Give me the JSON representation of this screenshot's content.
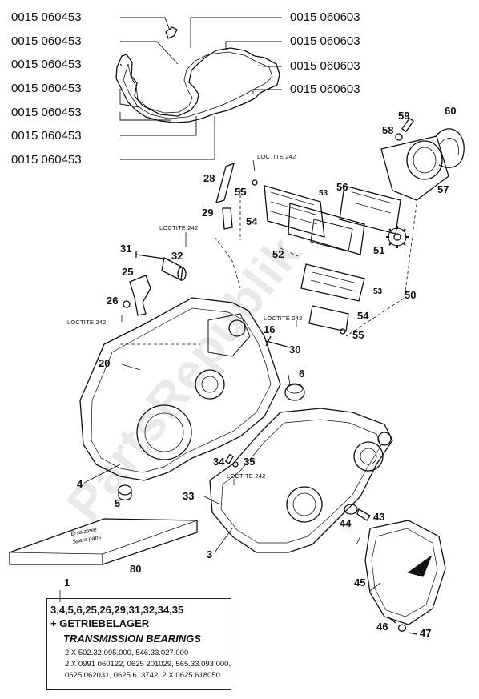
{
  "watermark": "PartsRepublik",
  "gasket_labels_left": [
    "0015 060453",
    "0015 060453",
    "0015 060453",
    "0015 060453",
    "0015 060453",
    "0015 060453",
    "0015 060453"
  ],
  "gasket_labels_right": [
    "0015 060603",
    "0015 060603",
    "0015 060603",
    "0015 060603"
  ],
  "callouts": {
    "n1": "1",
    "n3": "3",
    "n4": "4",
    "n5": "5",
    "n6": "6",
    "n16": "16",
    "n20": "20",
    "n25": "25",
    "n26": "26",
    "n28": "28",
    "n29": "29",
    "n30": "30",
    "n31": "31",
    "n32": "32",
    "n33": "33",
    "n34": "34",
    "n35": "35",
    "n43": "43",
    "n44": "44",
    "n45": "45",
    "n46": "46",
    "n47": "47",
    "n50": "50",
    "n51": "51",
    "n52": "52",
    "n53a": "53",
    "n53b": "53",
    "n54a": "54",
    "n54b": "54",
    "n55a": "55",
    "n55b": "55",
    "n56": "56",
    "n57": "57",
    "n58": "58",
    "n59": "59",
    "n60": "60",
    "n80": "80"
  },
  "loctite": [
    "LOCTITE 242",
    "LOCTITE 242",
    "LOCTITE 242",
    "LOCTITE 242",
    "LOCTITE 242"
  ],
  "manual_cover": {
    "line1": "Ersatzteile",
    "line2": "Spare parts"
  },
  "kit": {
    "parts": "3,4,5,6,25,26,29,31,32,34,35",
    "de": "+ GETRIEBELAGER",
    "en": "TRANSMISSION BEARINGS",
    "d1": "2 X 502.32.095.000, 546.33.027.000",
    "d2": "2 X 0991 060122, 0625 201029, 565.33.093.000,",
    "d3": "0625 062031, 0625 613742, 2 X 0625 618050"
  }
}
